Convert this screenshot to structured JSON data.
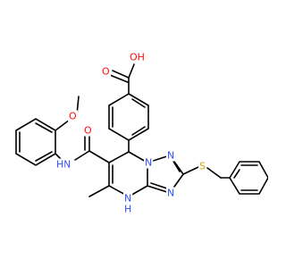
{
  "colors": {
    "carbon_bond": "#000000",
    "oxygen": "#ff0d0d",
    "nitrogen": "#3050f8",
    "sulfur": "#c8a800",
    "background": "#ffffff"
  },
  "atoms": {
    "carboxyl_oh": {
      "text": "OH",
      "element": "O"
    },
    "carboxyl_o": {
      "text": "O",
      "element": "O"
    },
    "methoxy_o": {
      "text": "O",
      "element": "O"
    },
    "amide_o": {
      "text": "O",
      "element": "O"
    },
    "amide_nh": {
      "text": "N",
      "element": "N"
    },
    "amide_h": {
      "text": "H",
      "element": "N"
    },
    "ring_n_bridge": {
      "text": "N",
      "element": "N"
    },
    "ring_n_top": {
      "text": "N",
      "element": "N"
    },
    "ring_n_right": {
      "text": "N",
      "element": "N"
    },
    "ring_nh": {
      "text": "N",
      "element": "N"
    },
    "ring_h": {
      "text": "H",
      "element": "N"
    },
    "thioether_s": {
      "text": "S",
      "element": "S"
    }
  }
}
